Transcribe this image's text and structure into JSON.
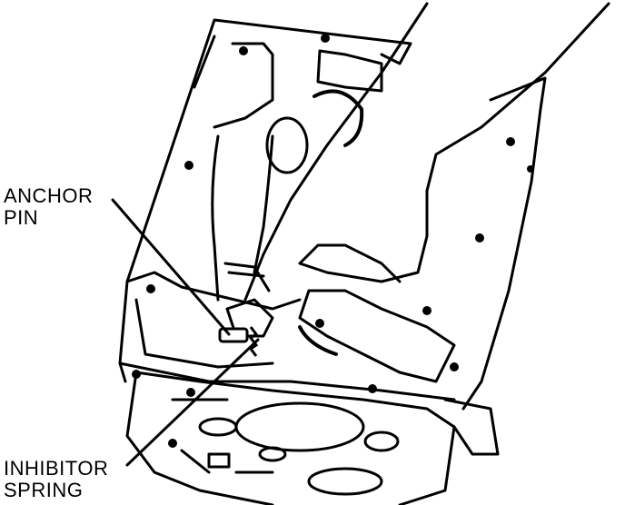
{
  "labels": {
    "anchor_pin": [
      "ANCHOR",
      "PIN"
    ],
    "inhibitor_spring": [
      "INHIBITOR",
      "SPRING"
    ]
  },
  "colors": {
    "ink": "#000000",
    "paper": "#ffffff"
  }
}
